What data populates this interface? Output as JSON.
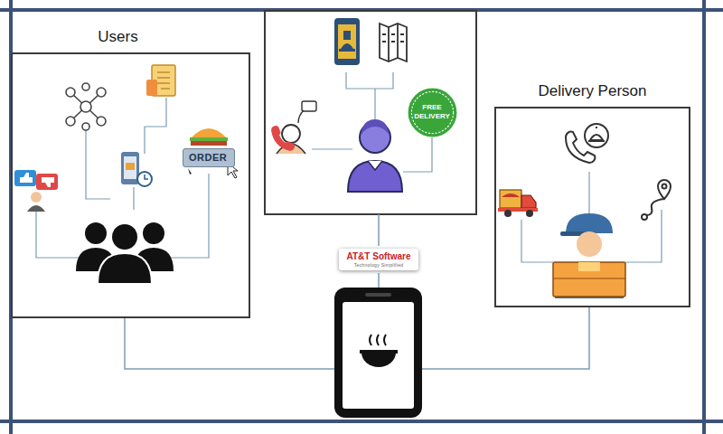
{
  "diagram": {
    "nodes": [
      {
        "text": [
          "Users"
        ]
      },
      {
        "text": [
          "ORDER"
        ],
        "in": 0
      },
      {
        "text": [
          "FREE DELIVERY"
        ]
      },
      {
        "text": [
          "Delivery Person"
        ]
      },
      {
        "text": [
          "AT&T Software",
          "Technology Simplified"
        ]
      }
    ]
  }
}
